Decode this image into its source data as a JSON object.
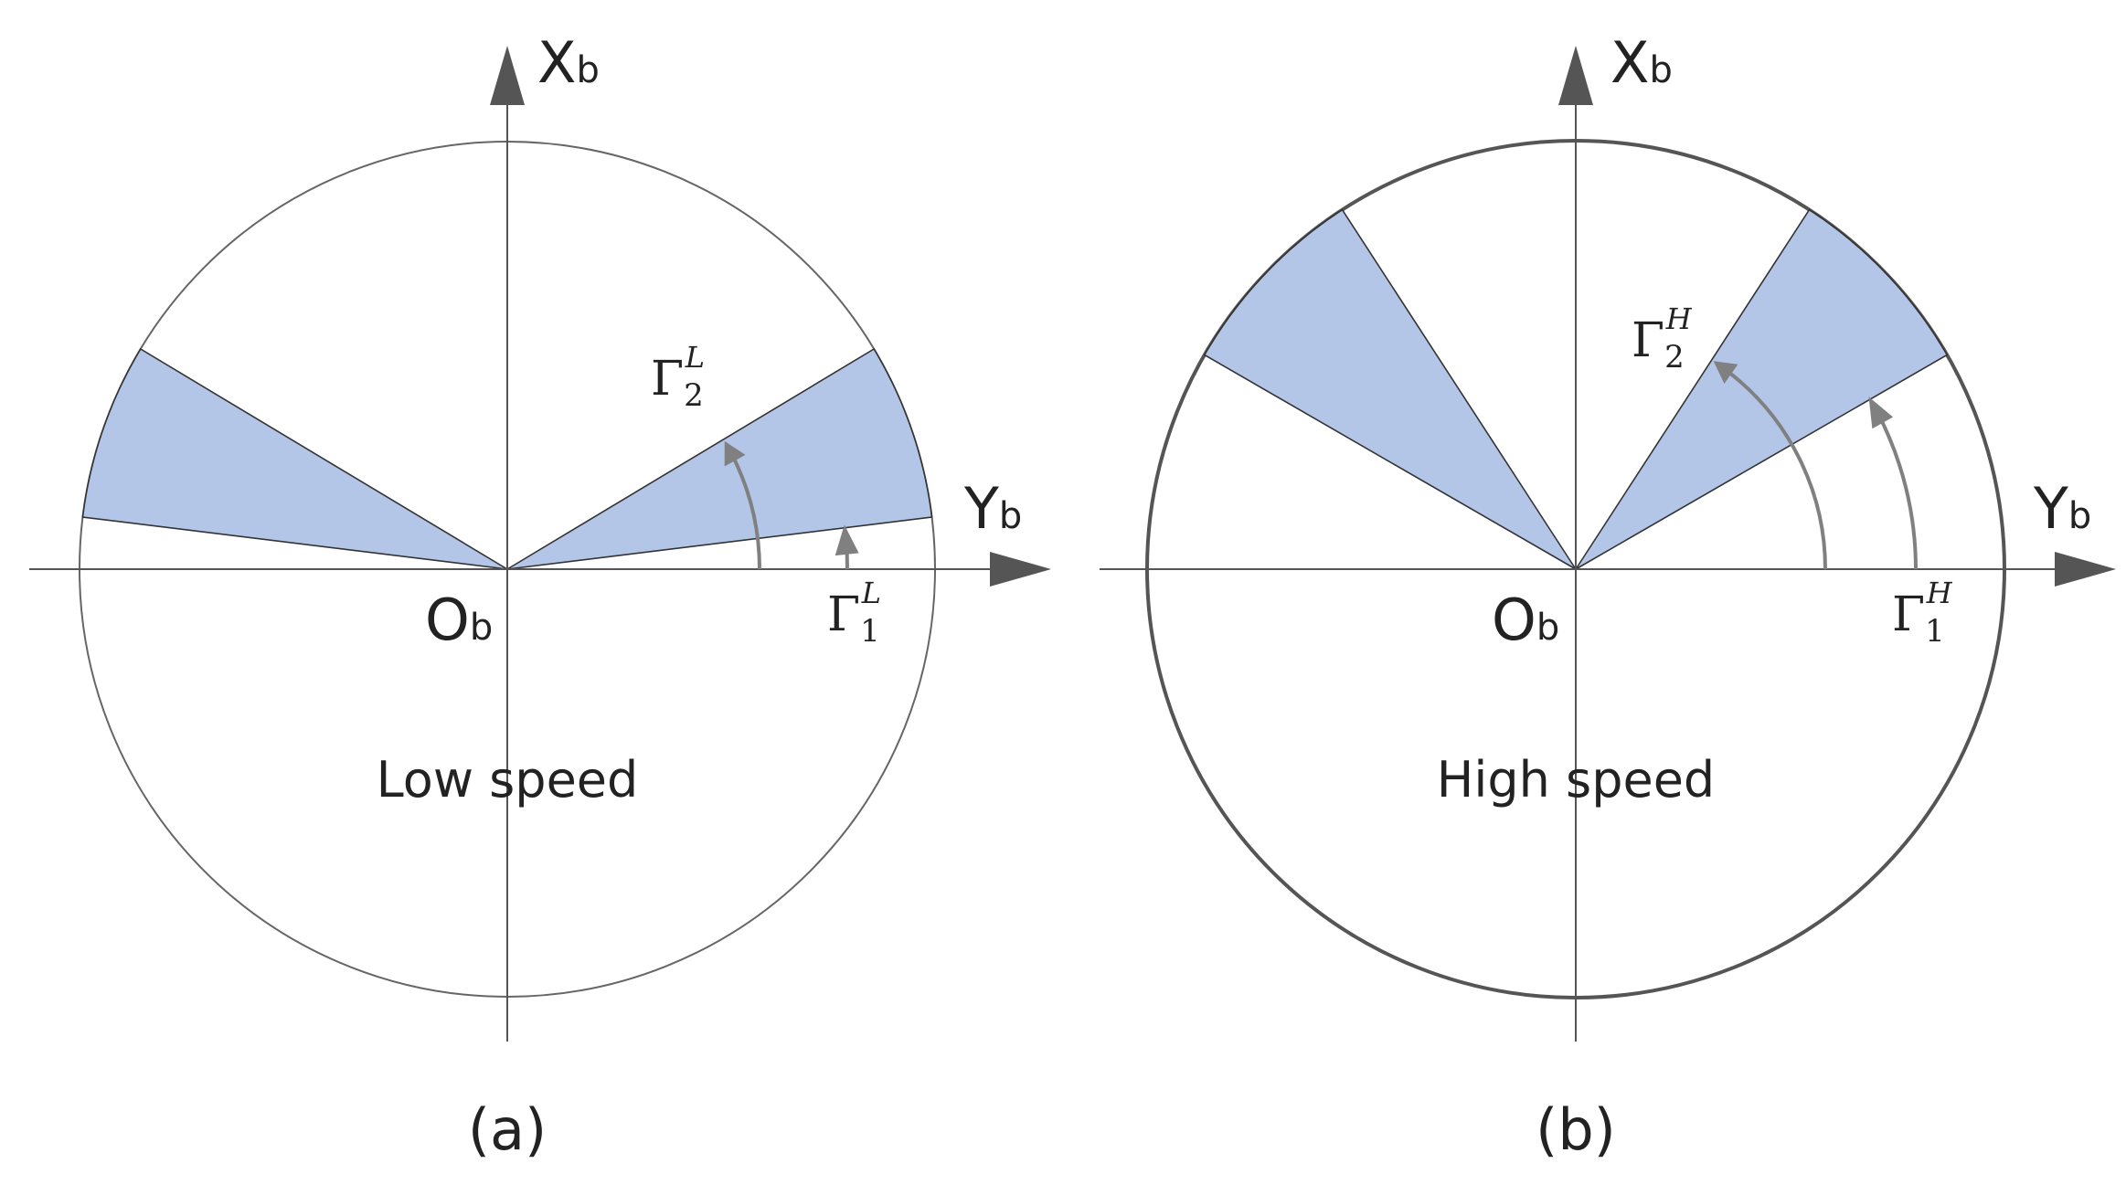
{
  "colors": {
    "sector_fill": "#b3c6e7",
    "axis": "#555555",
    "arrow": "#808080",
    "circle_a": "#666666",
    "circle_b": "#555555"
  },
  "panels": [
    {
      "id": "a",
      "axis_x": {
        "main": "X",
        "sub": "b"
      },
      "axis_y": {
        "main": "Y",
        "sub": "b"
      },
      "origin": {
        "main": "O",
        "sub": "b"
      },
      "gamma1": {
        "main": "Γ",
        "sub": "1",
        "sup": "L"
      },
      "gamma2": {
        "main": "Γ",
        "sub": "2",
        "sup": "L"
      },
      "gamma1_deg": 7,
      "gamma2_deg": 31,
      "speed_label": "Low speed",
      "caption": "(a)"
    },
    {
      "id": "b",
      "axis_x": {
        "main": "X",
        "sub": "b"
      },
      "axis_y": {
        "main": "Y",
        "sub": "b"
      },
      "origin": {
        "main": "O",
        "sub": "b"
      },
      "gamma1": {
        "main": "Γ",
        "sub": "1",
        "sup": "H"
      },
      "gamma2": {
        "main": "Γ",
        "sub": "2",
        "sup": "H"
      },
      "gamma1_deg": 30,
      "gamma2_deg": 57,
      "speed_label": "High speed",
      "caption": "(b)"
    }
  ]
}
